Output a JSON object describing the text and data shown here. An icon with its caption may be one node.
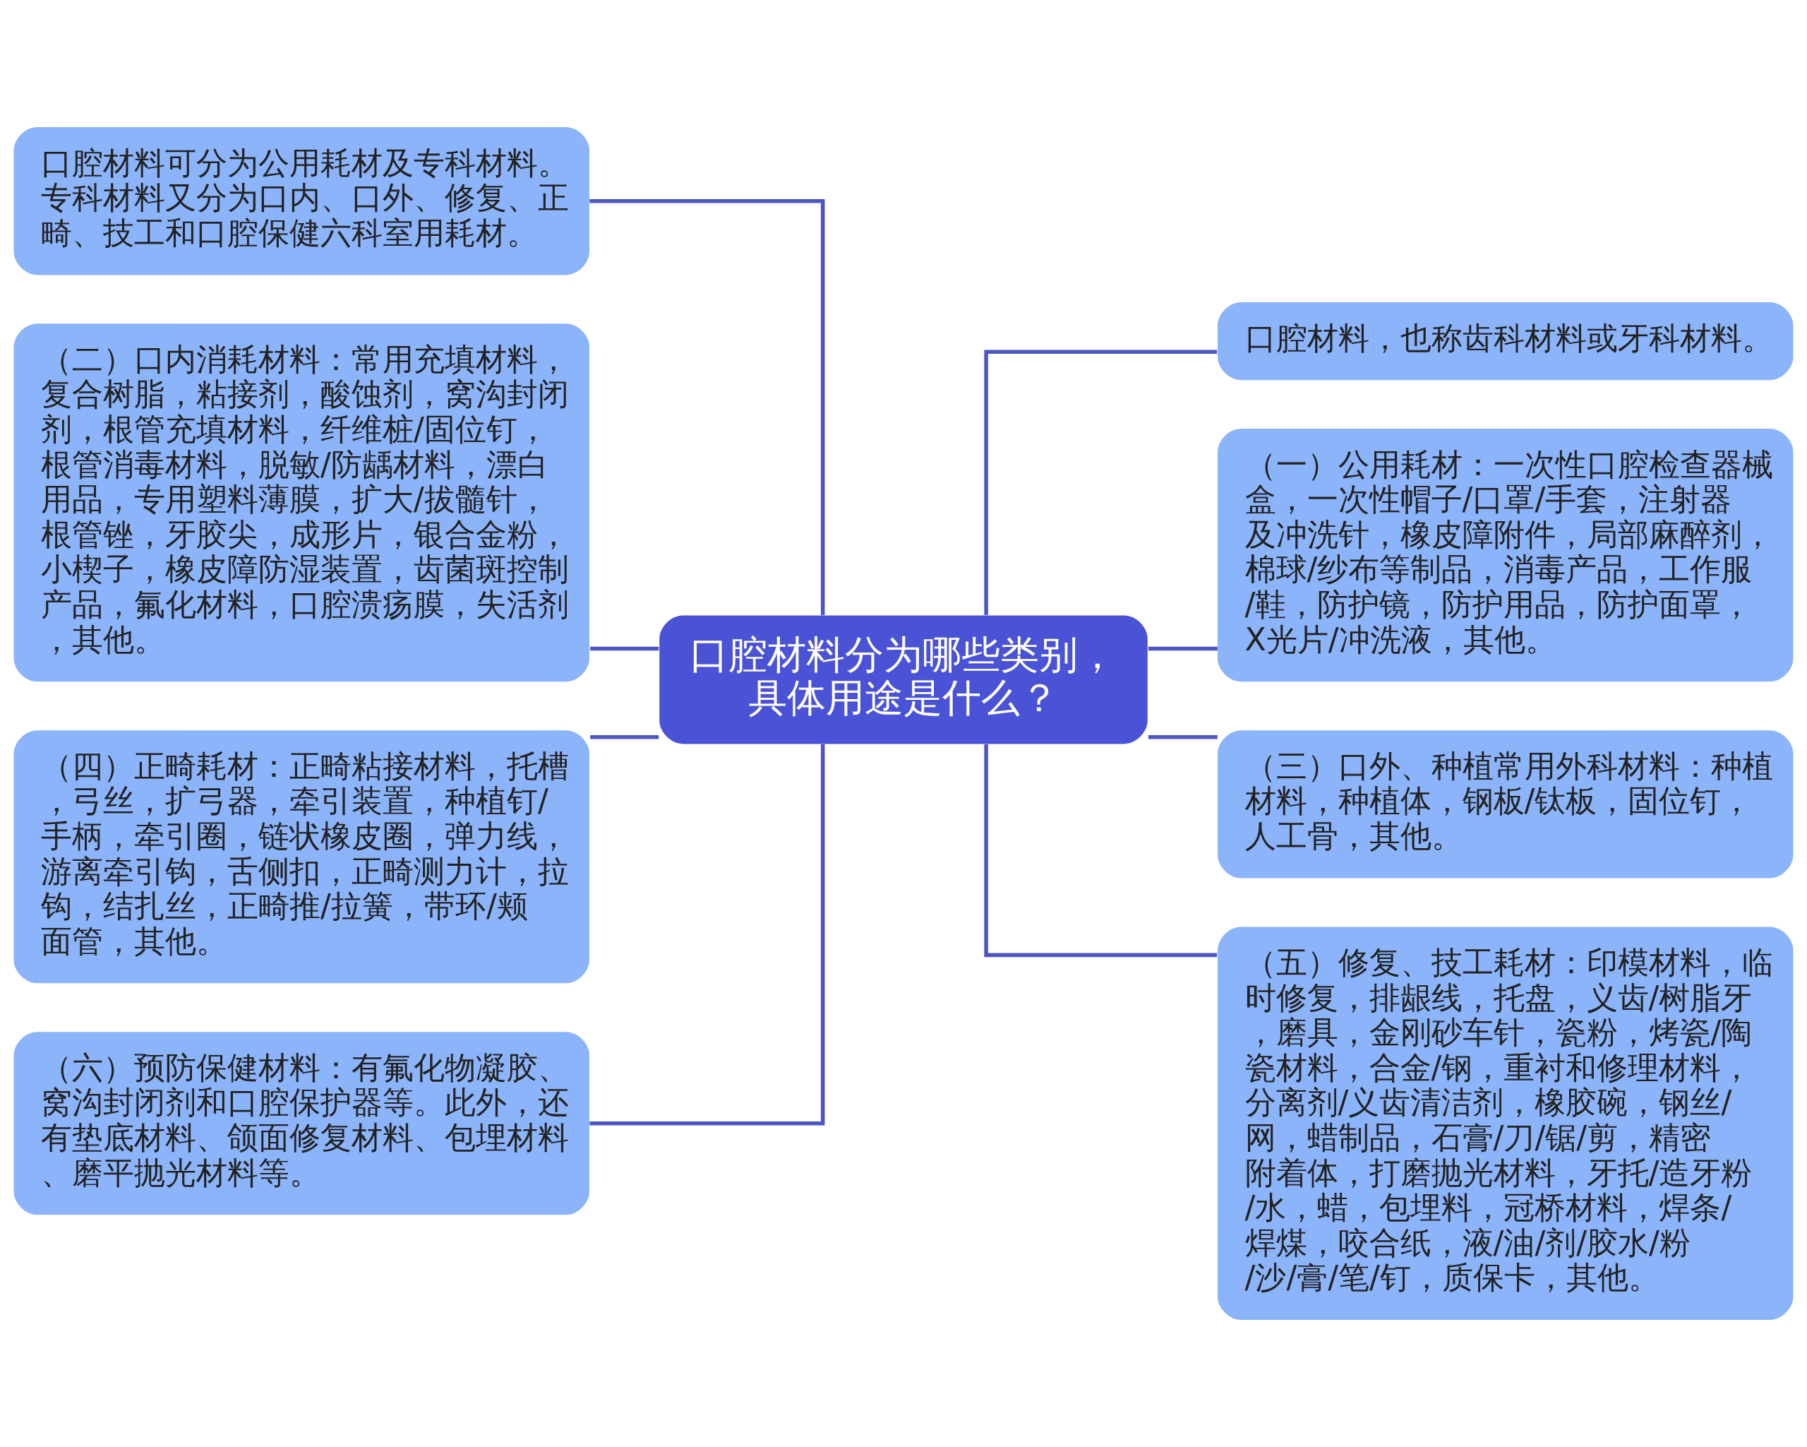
{
  "diagram": {
    "nodes": [
      {
        "text": [
          "口腔材料分为哪些类别，具体用途是什么？"
        ]
      },
      {
        "text": [
          "口腔材料可分为公用耗材及专科材料。专科材料又分为口内、口外、修复、正畸、技工和口腔保健六科室用耗材。"
        ]
      },
      {
        "text": [
          "（二）口内消耗材料：常用充填材料，复合树脂，粘接剂，酸蚀剂，窝沟封闭剂，根管充填材料，纤维桩/固位钉，根管消毒材料，脱敏/防龋材料，漂白用品，专用塑料薄膜，扩大/拔髓针，根管锉，牙胶尖，成形片，银合金粉，小楔子，橡皮障防湿装置，齿菌斑控制产品，氟化材料，口腔溃疡膜，失活剂，其他。"
        ]
      },
      {
        "text": [
          "（四）正畸耗材：正畸粘接材料，托槽，弓丝，扩弓器，牵引装置，种植钉/手柄，牵引圈，链状橡皮圈，弹力线，游离牵引钩，舌侧扣，正畸测力计，拉钩，结扎丝，正畸推/拉簧，带环/颊面管，其他。"
        ]
      },
      {
        "text": [
          "（六）预防保健材料：有氟化物凝胶、窝沟封闭剂和口腔保护器等。此外，还有垫底材料、颌面修复材料、包埋材料、磨平抛光材料等。"
        ]
      },
      {
        "text": [
          "口腔材料，也称齿科材料或牙科材料。"
        ]
      },
      {
        "text": [
          "（一）公用耗材：一次性口腔检查器械盒，一次性帽子/口罩/手套，注射器及冲洗针，橡皮障附件，局部麻醉剂，棉球/纱布等制品，消毒产品，工作服/鞋，防护镜，防护用品，防护面罩，X光片/冲洗液，其他。"
        ]
      },
      {
        "text": [
          "（三）口外、种植常用外科材料：种植材料，种植体，钢板/钛板，固位钉，人工骨，其他。"
        ]
      },
      {
        "text": [
          "（五）修复、技工耗材：印模材料，临时修复，排龈线，托盘，义齿/树脂牙，磨具，金刚砂车针，瓷粉，烤瓷/陶瓷材料，合金/钢，重衬和修理材料，分离剂/义齿清洁剂，橡胶碗，钢丝/网，蜡制品，石膏/刀/锯/剪，精密附着体，打磨抛光材料，牙托/造牙粉/水，蜡，包埋料，冠桥材料，焊条/焊煤，咬合纸，液/油/剂/胶水/粉/沙/膏/笔/钉，质保卡，其他。"
        ]
      }
    ],
    "edges": [
      {
        "from": 0,
        "to": 1,
        "arrow": "none"
      },
      {
        "from": 0,
        "to": 2,
        "arrow": "none"
      },
      {
        "from": 0,
        "to": 3,
        "arrow": "none"
      },
      {
        "from": 0,
        "to": 4,
        "arrow": "none"
      },
      {
        "from": 0,
        "to": 5,
        "arrow": "none"
      },
      {
        "from": 0,
        "to": 6,
        "arrow": "none"
      },
      {
        "from": 0,
        "to": 7,
        "arrow": "none"
      },
      {
        "from": 0,
        "to": 8,
        "arrow": "none"
      }
    ]
  }
}
